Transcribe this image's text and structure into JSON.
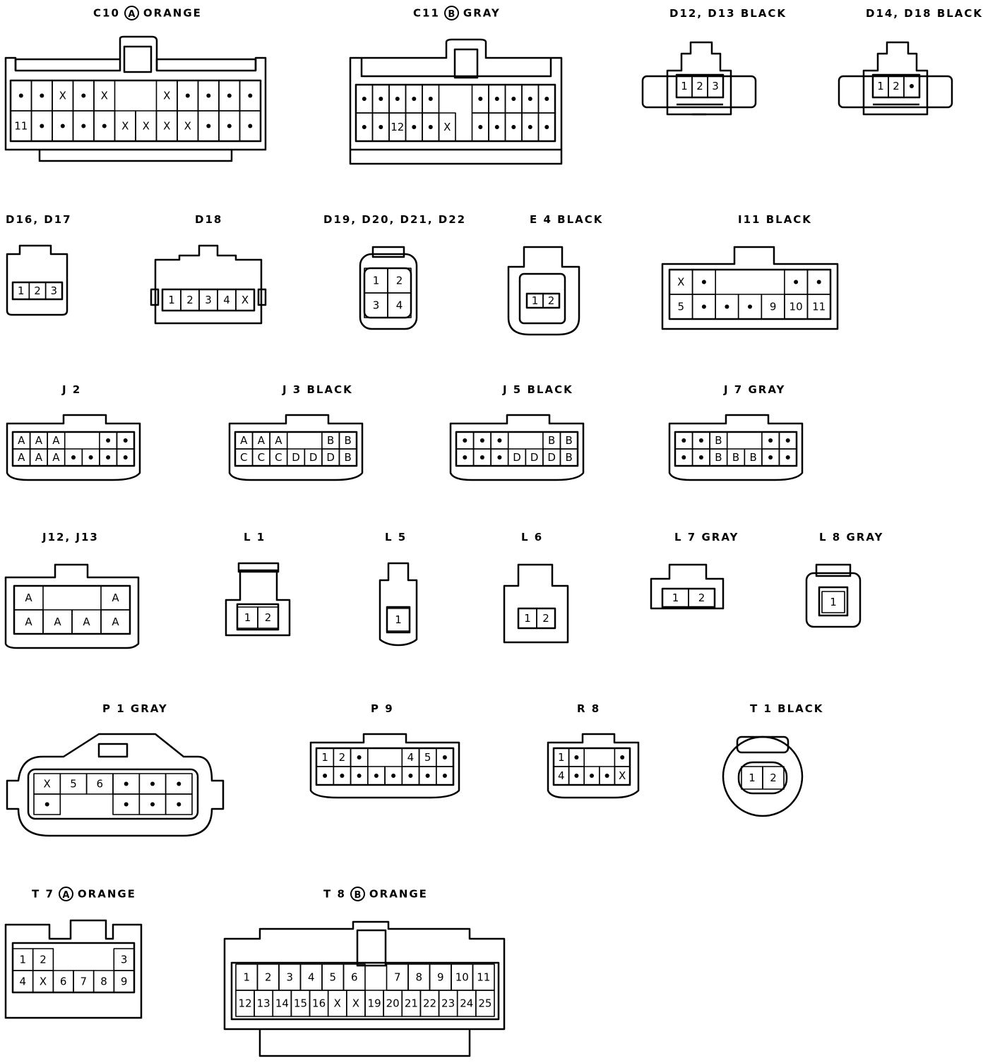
{
  "connectors": [
    {
      "id": "c10",
      "name": "C10",
      "badge": "A",
      "color": "ORANGE",
      "rows": [
        [
          "•",
          "•",
          "X",
          "•",
          "X",
          "",
          "",
          "X",
          "•",
          "•",
          "•",
          "•"
        ],
        [
          "11",
          "•",
          "•",
          "•",
          "•",
          "X",
          "X",
          "X",
          "X",
          "•",
          "•",
          "•"
        ]
      ]
    },
    {
      "id": "c11",
      "name": "C11",
      "badge": "B",
      "color": "GRAY",
      "rows": [
        [
          "•",
          "•",
          "•",
          "•",
          "•",
          "",
          "",
          "•",
          "•",
          "•",
          "•",
          "•"
        ],
        [
          "•",
          "•",
          "12",
          "•",
          "•",
          "X",
          "",
          "•",
          "•",
          "•",
          "•",
          "•"
        ]
      ]
    },
    {
      "id": "d12",
      "name": "D12, D13",
      "badge": "",
      "color": "BLACK",
      "rows": [
        [
          "1",
          "2",
          "3"
        ]
      ]
    },
    {
      "id": "d14",
      "name": "D14, D18",
      "badge": "",
      "color": "BLACK",
      "rows": [
        [
          "1",
          "2",
          "•"
        ]
      ]
    },
    {
      "id": "d16",
      "name": "D16, D17",
      "badge": "",
      "color": "",
      "rows": [
        [
          "1",
          "2",
          "3"
        ]
      ]
    },
    {
      "id": "d18",
      "name": "D18",
      "badge": "",
      "color": "",
      "rows": [
        [
          "1",
          "2",
          "3",
          "4",
          "X"
        ]
      ]
    },
    {
      "id": "d19",
      "name": "D19, D20, D21, D22",
      "badge": "",
      "color": "",
      "rows": [
        [
          "1",
          "2"
        ],
        [
          "3",
          "4"
        ]
      ]
    },
    {
      "id": "e4",
      "name": "E 4",
      "badge": "",
      "color": "BLACK",
      "rows": [
        [
          "1",
          "2"
        ]
      ]
    },
    {
      "id": "i11",
      "name": "I11",
      "badge": "",
      "color": "BLACK",
      "rows": [
        [
          "X",
          "•",
          "",
          "",
          "",
          "•",
          "•"
        ],
        [
          "5",
          "•",
          "•",
          "•",
          "9",
          "10",
          "11"
        ]
      ]
    },
    {
      "id": "j2",
      "name": "J 2",
      "badge": "",
      "color": "",
      "rows": [
        [
          "A",
          "A",
          "A",
          "",
          "",
          "•",
          "•"
        ],
        [
          "A",
          "A",
          "A",
          "•",
          "•",
          "•",
          "•"
        ]
      ]
    },
    {
      "id": "j3",
      "name": "J 3",
      "badge": "",
      "color": "BLACK",
      "rows": [
        [
          "A",
          "A",
          "A",
          "",
          "",
          "B",
          "B"
        ],
        [
          "C",
          "C",
          "C",
          "D",
          "D",
          "D",
          "B"
        ]
      ]
    },
    {
      "id": "j5",
      "name": "J 5",
      "badge": "",
      "color": "BLACK",
      "rows": [
        [
          "•",
          "•",
          "•",
          "",
          "",
          "B",
          "B"
        ],
        [
          "•",
          "•",
          "•",
          "D",
          "D",
          "D",
          "B"
        ]
      ]
    },
    {
      "id": "j7",
      "name": "J 7",
      "badge": "",
      "color": "GRAY",
      "rows": [
        [
          "•",
          "•",
          "B",
          "",
          "",
          "•",
          "•"
        ],
        [
          "•",
          "•",
          "B",
          "B",
          "B",
          "•",
          "•"
        ]
      ]
    },
    {
      "id": "j12",
      "name": "J12, J13",
      "badge": "",
      "color": "",
      "rows": [
        [
          "A",
          "",
          "",
          "A"
        ],
        [
          "A",
          "A",
          "A",
          "A"
        ]
      ]
    },
    {
      "id": "l1",
      "name": "L 1",
      "badge": "",
      "color": "",
      "rows": [
        [
          "1",
          "2"
        ]
      ]
    },
    {
      "id": "l5",
      "name": "L 5",
      "badge": "",
      "color": "",
      "rows": [
        [
          "1"
        ]
      ]
    },
    {
      "id": "l6",
      "name": "L 6",
      "badge": "",
      "color": "",
      "rows": [
        [
          "1",
          "2"
        ]
      ]
    },
    {
      "id": "l7",
      "name": "L 7",
      "badge": "",
      "color": "GRAY",
      "rows": [
        [
          "1",
          "2"
        ]
      ]
    },
    {
      "id": "l8",
      "name": "L 8",
      "badge": "",
      "color": "GRAY",
      "rows": [
        [
          "1"
        ]
      ]
    },
    {
      "id": "p1",
      "name": "P 1",
      "badge": "",
      "color": "GRAY",
      "rows": [
        [
          "X",
          "5",
          "6",
          "•",
          "•",
          "•"
        ],
        [
          "•",
          "",
          "",
          "•",
          "•",
          "•"
        ]
      ]
    },
    {
      "id": "p9",
      "name": "P 9",
      "badge": "",
      "color": "",
      "rows": [
        [
          "1",
          "2",
          "•",
          "",
          "",
          "4",
          "5",
          "•"
        ],
        [
          "•",
          "•",
          "•",
          "•",
          "•",
          "•",
          "•",
          "•"
        ]
      ]
    },
    {
      "id": "r8",
      "name": "R 8",
      "badge": "",
      "color": "",
      "rows": [
        [
          "1",
          "•",
          "",
          "",
          "•"
        ],
        [
          "4",
          "•",
          "•",
          "•",
          "X"
        ]
      ]
    },
    {
      "id": "t1",
      "name": "T 1",
      "badge": "",
      "color": "BLACK",
      "rows": [
        [
          "1",
          "2"
        ]
      ]
    },
    {
      "id": "t7",
      "name": "T 7",
      "badge": "A",
      "color": "ORANGE",
      "rows": [
        [
          "1",
          "2",
          "",
          "",
          "",
          "3"
        ],
        [
          "4",
          "X",
          "6",
          "7",
          "8",
          "9"
        ]
      ]
    },
    {
      "id": "t8",
      "name": "T 8",
      "badge": "B",
      "color": "ORANGE",
      "rows": [
        [
          "1",
          "2",
          "3",
          "4",
          "5",
          "6",
          "",
          "7",
          "8",
          "9",
          "10",
          "11"
        ],
        [
          "12",
          "13",
          "14",
          "15",
          "16",
          "X",
          "X",
          "19",
          "20",
          "21",
          "22",
          "23",
          "24",
          "25"
        ]
      ]
    }
  ]
}
